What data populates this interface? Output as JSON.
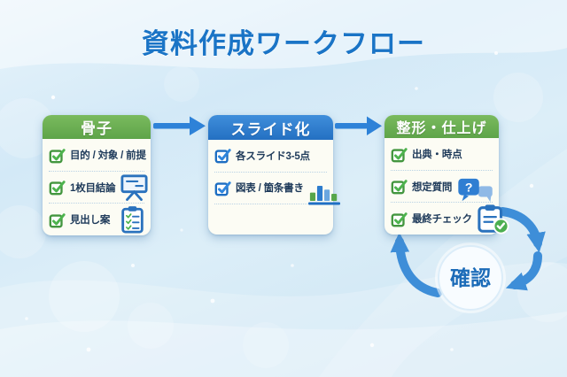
{
  "title": "資料作成ワークフロー",
  "workflow": {
    "steps": [
      {
        "label": "骨子",
        "accent_color": "#69ad52",
        "checkbox_icon": "checkbox-green-icon",
        "items": [
          {
            "text": "目的 / 対象 / 前提"
          },
          {
            "text": "1枚目結論",
            "icon": "whiteboard-icon"
          },
          {
            "text": "見出し案",
            "icon": "clipboard-list-icon"
          }
        ]
      },
      {
        "label": "スライド化",
        "accent_color": "#2f7ed2",
        "checkbox_icon": "checkbox-blue-icon",
        "items": [
          {
            "text": "各スライド3-5点"
          },
          {
            "text": "図表 / 箇条書き",
            "icon": "bar-chart-icon"
          }
        ]
      },
      {
        "label": "整形・仕上げ",
        "accent_color": "#69ad52",
        "checkbox_icon": "checkbox-green-icon",
        "items": [
          {
            "text": "出典・時点"
          },
          {
            "text": "想定質問",
            "icon": "question-bubbles-icon"
          },
          {
            "text": "最終チェック",
            "icon": "clipboard-check-icon"
          }
        ]
      }
    ],
    "loop": {
      "label": "確認"
    }
  },
  "colors": {
    "title_text": "#1a74c6",
    "green_header": "#69ad52",
    "blue_header": "#2f7ed2",
    "flow_arrow": "#2e82d8",
    "loop_arrow": "#3e8ed8",
    "item_text": "#1e3a5a",
    "card_background": "#fcfcf4"
  },
  "icons": {
    "checkbox-green-icon": "green checked checkbox",
    "checkbox-blue-icon": "blue checked checkbox",
    "whiteboard-icon": "presentation easel board with lines",
    "clipboard-list-icon": "clipboard with checklist",
    "bar-chart-icon": "small bar chart (green/blue bars)",
    "question-bubbles-icon": "speech bubbles with question mark",
    "clipboard-check-icon": "clipboard with green check badge",
    "right-arrow-icon": "horizontal flow arrow",
    "loop-arrow-icon": "curved cycle arrow"
  }
}
